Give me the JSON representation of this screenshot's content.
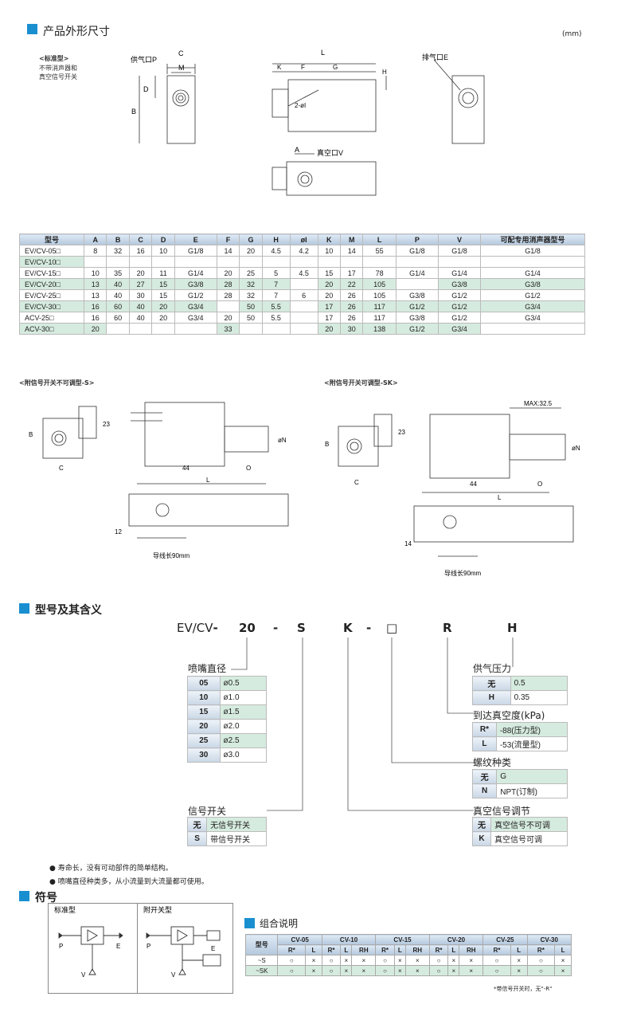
{
  "section1": {
    "title": "产品外形尺寸",
    "unit": "(mm)"
  },
  "std_note": {
    "title": "<标准型>",
    "line1": "不带消声器和",
    "line2": "真空信号开关"
  },
  "draw_labels": {
    "supply_port": "供气口P",
    "exhaust_port": "排气口E",
    "vacuum_port": "真空口V",
    "C": "C",
    "M": "M",
    "D": "D",
    "B": "B",
    "L": "L",
    "K": "K",
    "F": "F",
    "G": "G",
    "H": "H",
    "A": "A",
    "phi": "2-øI"
  },
  "spec_table": {
    "headers": [
      "型号",
      "A",
      "B",
      "C",
      "D",
      "E",
      "F",
      "G",
      "H",
      "øI",
      "K",
      "M",
      "L",
      "P",
      "V",
      "可配专用消声器型号"
    ],
    "rows": [
      [
        "EV/CV-05□",
        "8",
        "32",
        "16",
        "10",
        "G1/8",
        "14",
        "20",
        "4.5",
        "4.2",
        "10",
        "14",
        "55",
        "G1/8",
        "G1/8",
        "G1/8"
      ],
      [
        "EV/CV-10□"
      ],
      [
        "EV/CV-15□",
        "10",
        "35",
        "20",
        "11",
        "G1/4",
        "20",
        "25",
        "5",
        "4.5",
        "15",
        "17",
        "78",
        "G1/4",
        "G1/4",
        "G1/4"
      ],
      [
        "EV/CV-20□",
        "13",
        "40",
        "27",
        "15",
        "G3/8",
        "28",
        "32",
        "7",
        "",
        "20",
        "22",
        "105",
        "",
        "G3/8",
        "G3/8"
      ],
      [
        "EV/CV-25□",
        "13",
        "40",
        "30",
        "15",
        "G1/2",
        "28",
        "32",
        "7",
        "6",
        "20",
        "26",
        "105",
        "G3/8",
        "G1/2",
        "G1/2"
      ],
      [
        "EV/CV-30□",
        "16",
        "60",
        "40",
        "20",
        "G3/4",
        "",
        "50",
        "5.5",
        "",
        "17",
        "26",
        "117",
        "G1/2",
        "G1/2",
        "G3/4"
      ],
      [
        "ACV-25□",
        "16",
        "60",
        "40",
        "20",
        "G3/4",
        "20",
        "50",
        "5.5",
        "",
        "17",
        "26",
        "117",
        "G3/8",
        "G1/2",
        "G3/4"
      ],
      [
        "ACV-30□",
        "20",
        "",
        "",
        "",
        "",
        "33",
        "",
        "",
        "",
        "20",
        "30",
        "138",
        "G1/2",
        "G3/4",
        ""
      ]
    ]
  },
  "sig_s": {
    "title": "<附信号开关不可调型-S>",
    "d23": "23",
    "B": "B",
    "C": "C",
    "d44": "44",
    "O": "O",
    "L": "L",
    "N": "øN",
    "d12": "12",
    "wire": "导线长90mm"
  },
  "sig_sk": {
    "title": "<附信号开关可调型-SK>",
    "max": "MAX:32.5",
    "d23": "23",
    "B": "B",
    "C": "C",
    "d44": "44",
    "O": "O",
    "L": "L",
    "N": "øN",
    "d14": "14",
    "wire": "导线长90mm"
  },
  "section2": {
    "title": "型号及其含义"
  },
  "code": {
    "p1": "EV/CV",
    "d1": "-",
    "p2": "20",
    "d2": "-",
    "p3": "S",
    "p4": "K",
    "d3": "-",
    "p5": "□",
    "p6": "R",
    "p7": "H"
  },
  "nozzle": {
    "title": "喷嘴直径",
    "rows": [
      [
        "05",
        "ø0.5"
      ],
      [
        "10",
        "ø1.0"
      ],
      [
        "15",
        "ø1.5"
      ],
      [
        "20",
        "ø2.0"
      ],
      [
        "25",
        "ø2.5"
      ],
      [
        "30",
        "ø3.0"
      ]
    ]
  },
  "signal": {
    "title": "信号开关",
    "rows": [
      [
        "无",
        "无信号开关"
      ],
      [
        "S",
        "带信号开关"
      ]
    ]
  },
  "pressure": {
    "title": "供气压力",
    "rows": [
      [
        "无",
        "0.5"
      ],
      [
        "H",
        "0.35"
      ]
    ]
  },
  "vacuum": {
    "title": "到达真空度(kPa)",
    "rows": [
      [
        "R*",
        "-88(压力型)"
      ],
      [
        "L",
        "-53(流量型)"
      ]
    ]
  },
  "thread": {
    "title": "螺纹种类",
    "rows": [
      [
        "无",
        "G"
      ],
      [
        "N",
        "NPT(订制)"
      ]
    ]
  },
  "vacadj": {
    "title": "真空信号调节",
    "rows": [
      [
        "无",
        "真空信号不可调"
      ],
      [
        "K",
        "真空信号可调"
      ]
    ]
  },
  "notes": [
    "寿命长，没有可动部件的简单结构。",
    "喷嘴直径种类多，从小流量到大流量都可使用。"
  ],
  "section3": {
    "title": "符号"
  },
  "symbols": {
    "std": "标准型",
    "sw": "附开关型",
    "P": "P",
    "E": "E",
    "V": "V"
  },
  "combo": {
    "title": "组合说明",
    "groups": [
      "CV-05",
      "CV-10",
      "CV-15",
      "CV-20",
      "CV-25",
      "CV-30"
    ],
    "head": "型号",
    "sub": [
      "R*",
      "L",
      "R*",
      "L",
      "RH",
      "R*",
      "L",
      "RH",
      "R*",
      "L",
      "RH",
      "R*",
      "L",
      "R*",
      "L"
    ],
    "rows": [
      [
        "~S",
        "○",
        "×",
        "○",
        "×",
        "×",
        "○",
        "×",
        "×",
        "○",
        "×",
        "×",
        "○",
        "×",
        "○",
        "×"
      ],
      [
        "~SK",
        "○",
        "×",
        "○",
        "×",
        "×",
        "○",
        "×",
        "×",
        "○",
        "×",
        "×",
        "○",
        "×",
        "○",
        "×"
      ]
    ],
    "note": "*带信号开关时，无\"-R\""
  },
  "colors": {
    "accent": "#1a8fd0",
    "green": "#d6ebdf",
    "header": "#b4c8dd"
  }
}
